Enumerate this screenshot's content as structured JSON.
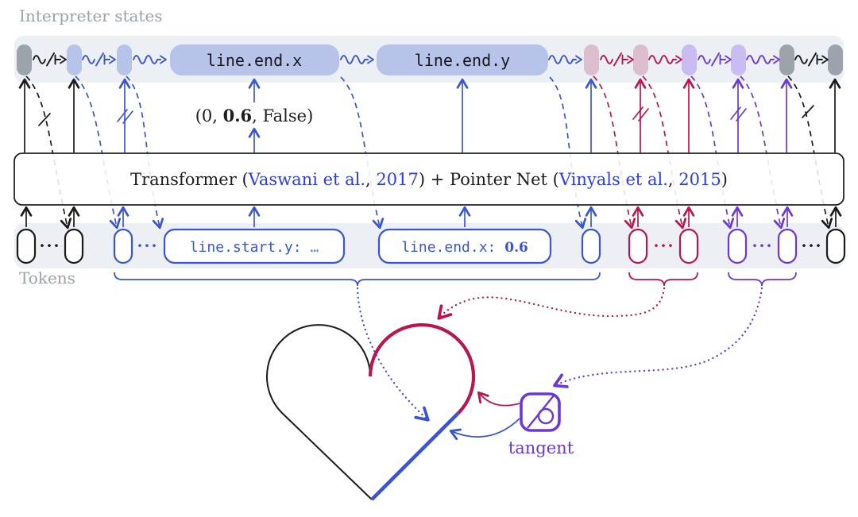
{
  "header": {
    "interpreter_states_label": "Interpreter states",
    "tokens_label": "Tokens"
  },
  "states_band": {
    "wide_pill_x": "line.end.x",
    "wide_pill_y": "line.end.y"
  },
  "output_value": {
    "prefix": "(0, ",
    "bold": "0.6",
    "suffix": ", False)"
  },
  "model_box": {
    "t_open": "Transformer (",
    "cite1": "Vaswani et al.",
    "comma1": ", ",
    "year1": "2017",
    "t_mid": ") + Pointer Net (",
    "cite2": "Vinyals et al.",
    "comma2": ", ",
    "year2": "2015",
    "t_close": ")"
  },
  "tokens_band": {
    "wide_token_1_prefix": "line.start.y: ",
    "wide_token_1_ellipsis": "…",
    "wide_token_2_prefix": "line.end.x: ",
    "wide_token_2_bold": "0.6",
    "ellipsis": "···"
  },
  "annotation": {
    "tangent_label": "tangent"
  },
  "colors": {
    "blue": "#3a55d4",
    "crimson": "#bb1550",
    "purple": "#6a38d8",
    "black": "#1a1a1a",
    "citation_blue": "#2b3cec",
    "gray_label": "#9aa2aa",
    "band_background": "#eceff4",
    "pill_gray": "#9da3ac",
    "pill_blue": "#b7c3e9",
    "pill_pink": "#dcbccd",
    "pill_purple": "#c8bcf0"
  }
}
